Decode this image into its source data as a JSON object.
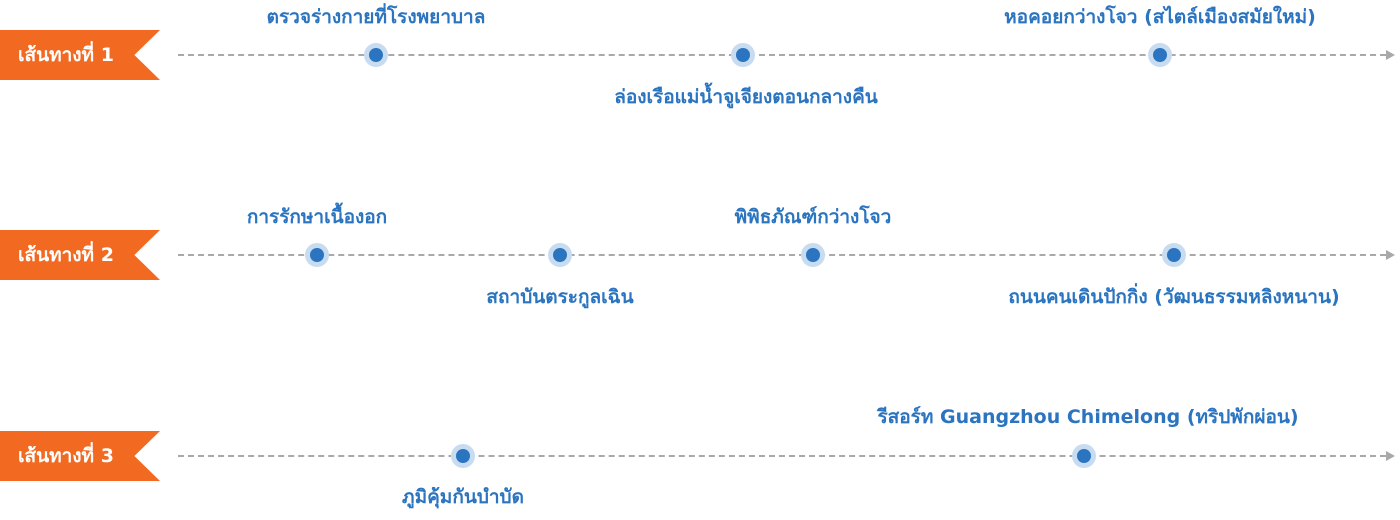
{
  "routes": [
    {
      "label": "เส้นทางที่ 1",
      "stops": [
        {
          "name": "ตรวจร่างกายที่โรงพยาบาล",
          "position": "above"
        },
        {
          "name": "ล่องเรือแม่น้ำจูเจียงตอนกลางคืน",
          "position": "below"
        },
        {
          "name": "หอคอยกว่างโจว (สไตล์เมืองสมัยใหม่)",
          "position": "above"
        }
      ]
    },
    {
      "label": "เส้นทางที่ 2",
      "stops": [
        {
          "name": "การรักษาเนื้องอก",
          "position": "above"
        },
        {
          "name": "สถาบันตระกูลเฉิน",
          "position": "below"
        },
        {
          "name": "พิพิธภัณฑ์กว่างโจว",
          "position": "above"
        },
        {
          "name": "ถนนคนเดินปักกิ่ง (วัฒนธรรมหลิงหนาน)",
          "position": "below"
        }
      ]
    },
    {
      "label": "เส้นทางที่ 3",
      "stops": [
        {
          "name": "ภูมิคุ้มกันบำบัด",
          "position": "below"
        },
        {
          "name": "รีสอร์ท Guangzhou Chimelong (ทริปพักผ่อน)",
          "position": "above"
        }
      ]
    }
  ],
  "colors": {
    "ribbon": "#f26a21",
    "accent": "#2a74c0",
    "line": "#a9a9a9"
  }
}
